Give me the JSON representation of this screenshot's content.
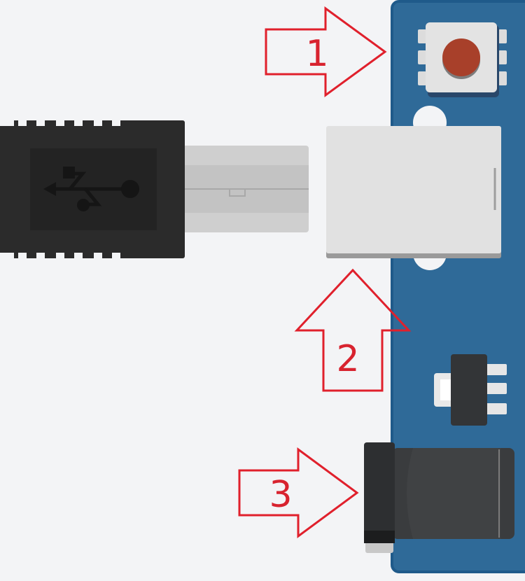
{
  "colors": {
    "background": "#f3f4f6",
    "board": "#2f6a98",
    "board_edge": "#1f5a8a",
    "callout": "#e0202c",
    "usb_plug": "#2b2b2b",
    "usb_icon": "#1c1c1c",
    "usb_metal": "#cfcfcf",
    "usb_port": "#e1e1e1",
    "reset_button": "#a8402a",
    "power_jack": "#3a3c3e"
  },
  "icons": {
    "usb_symbol": "usb-icon",
    "reset_button": "reset-button-icon",
    "regulator": "voltage-regulator-icon",
    "power_jack": "dc-power-jack-icon"
  },
  "callouts": [
    {
      "label": "1",
      "target": "reset-button",
      "direction": "right"
    },
    {
      "label": "2",
      "target": "usb-port",
      "direction": "up"
    },
    {
      "label": "3",
      "target": "power-jack",
      "direction": "right"
    }
  ]
}
